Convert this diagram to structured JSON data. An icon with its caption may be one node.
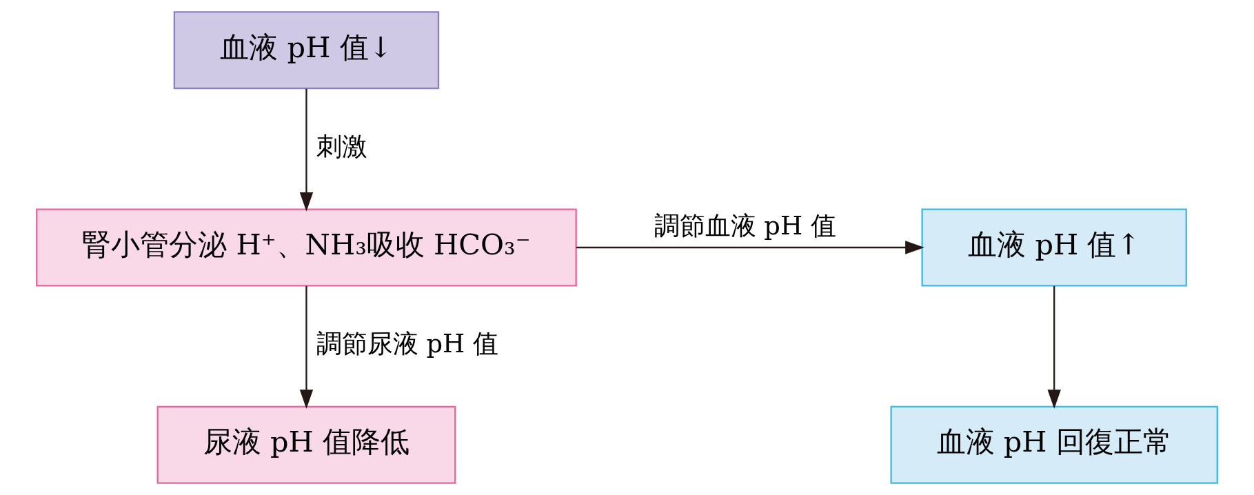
{
  "diagram": {
    "nodes": [
      {
        "text": [
          "血液 pH 值↓"
        ]
      },
      {
        "text": [
          "腎小管分泌 H⁺、NH₃吸收 HCO₃⁻"
        ]
      },
      {
        "text": [
          "血液 pH 值↑"
        ]
      },
      {
        "text": [
          "尿液 pH 值降低"
        ]
      },
      {
        "text": [
          "血液 pH 回復正常"
        ]
      }
    ],
    "edges": [
      {
        "from": 0,
        "to": 1,
        "arrow": "to",
        "label": "刺激"
      },
      {
        "from": 1,
        "to": 2,
        "arrow": "to",
        "label": "調節血液 pH 值"
      },
      {
        "from": 1,
        "to": 3,
        "arrow": "to",
        "label": "調節尿液 pH 值"
      },
      {
        "from": 2,
        "to": 4,
        "arrow": "to"
      }
    ]
  }
}
